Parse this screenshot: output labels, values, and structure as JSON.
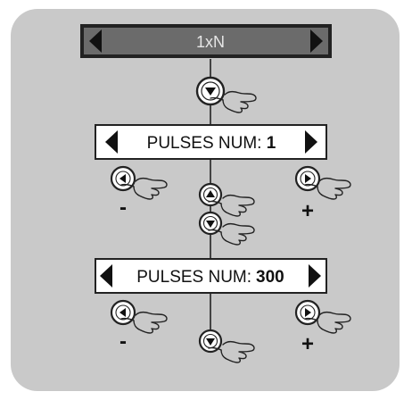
{
  "panel": {
    "background_color": "#c9c9c9",
    "top_display": {
      "text": "1xN",
      "background_color": "#6b6b6b",
      "text_color": "#e6e6e6"
    },
    "display_1": {
      "label": "PULSES NUM: ",
      "value": "1"
    },
    "display_2": {
      "label": "PULSES NUM:",
      "value": "300"
    },
    "signs": {
      "minus": "-",
      "plus": "+"
    },
    "icons": [
      "triangle-left-icon",
      "triangle-right-icon",
      "down-button-icon",
      "up-button-icon",
      "left-button-icon",
      "right-button-icon",
      "pointing-hand-icon"
    ]
  }
}
